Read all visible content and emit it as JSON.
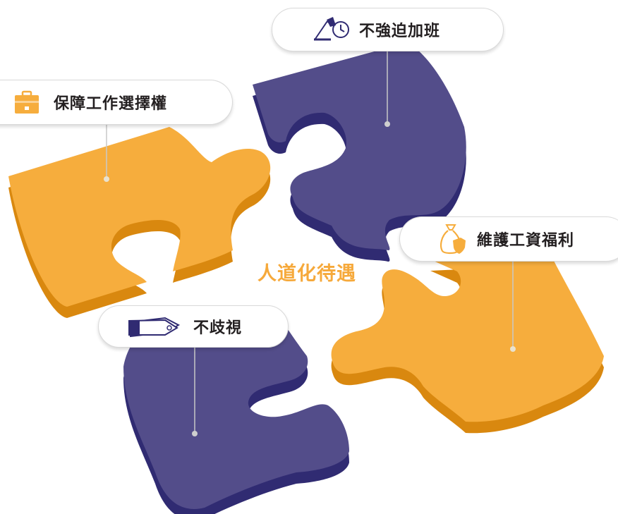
{
  "center": {
    "title": "人道化待遇"
  },
  "labels": {
    "overtime": "不強迫加班",
    "choice": "保障工作選擇權",
    "wages": "維護工資福利",
    "nodisc": "不歧視"
  },
  "icons": {
    "overtime": "desk-lamp-clock-icon",
    "choice": "briefcase-icon",
    "wages": "money-bag-shield-icon",
    "nodisc": "price-tag-icon"
  },
  "colors": {
    "orange": "#f6ad3d",
    "orange_side": "#d9880f",
    "navy": "#534d8a",
    "navy_side": "#302b72",
    "connector": "#b3b3b3"
  }
}
